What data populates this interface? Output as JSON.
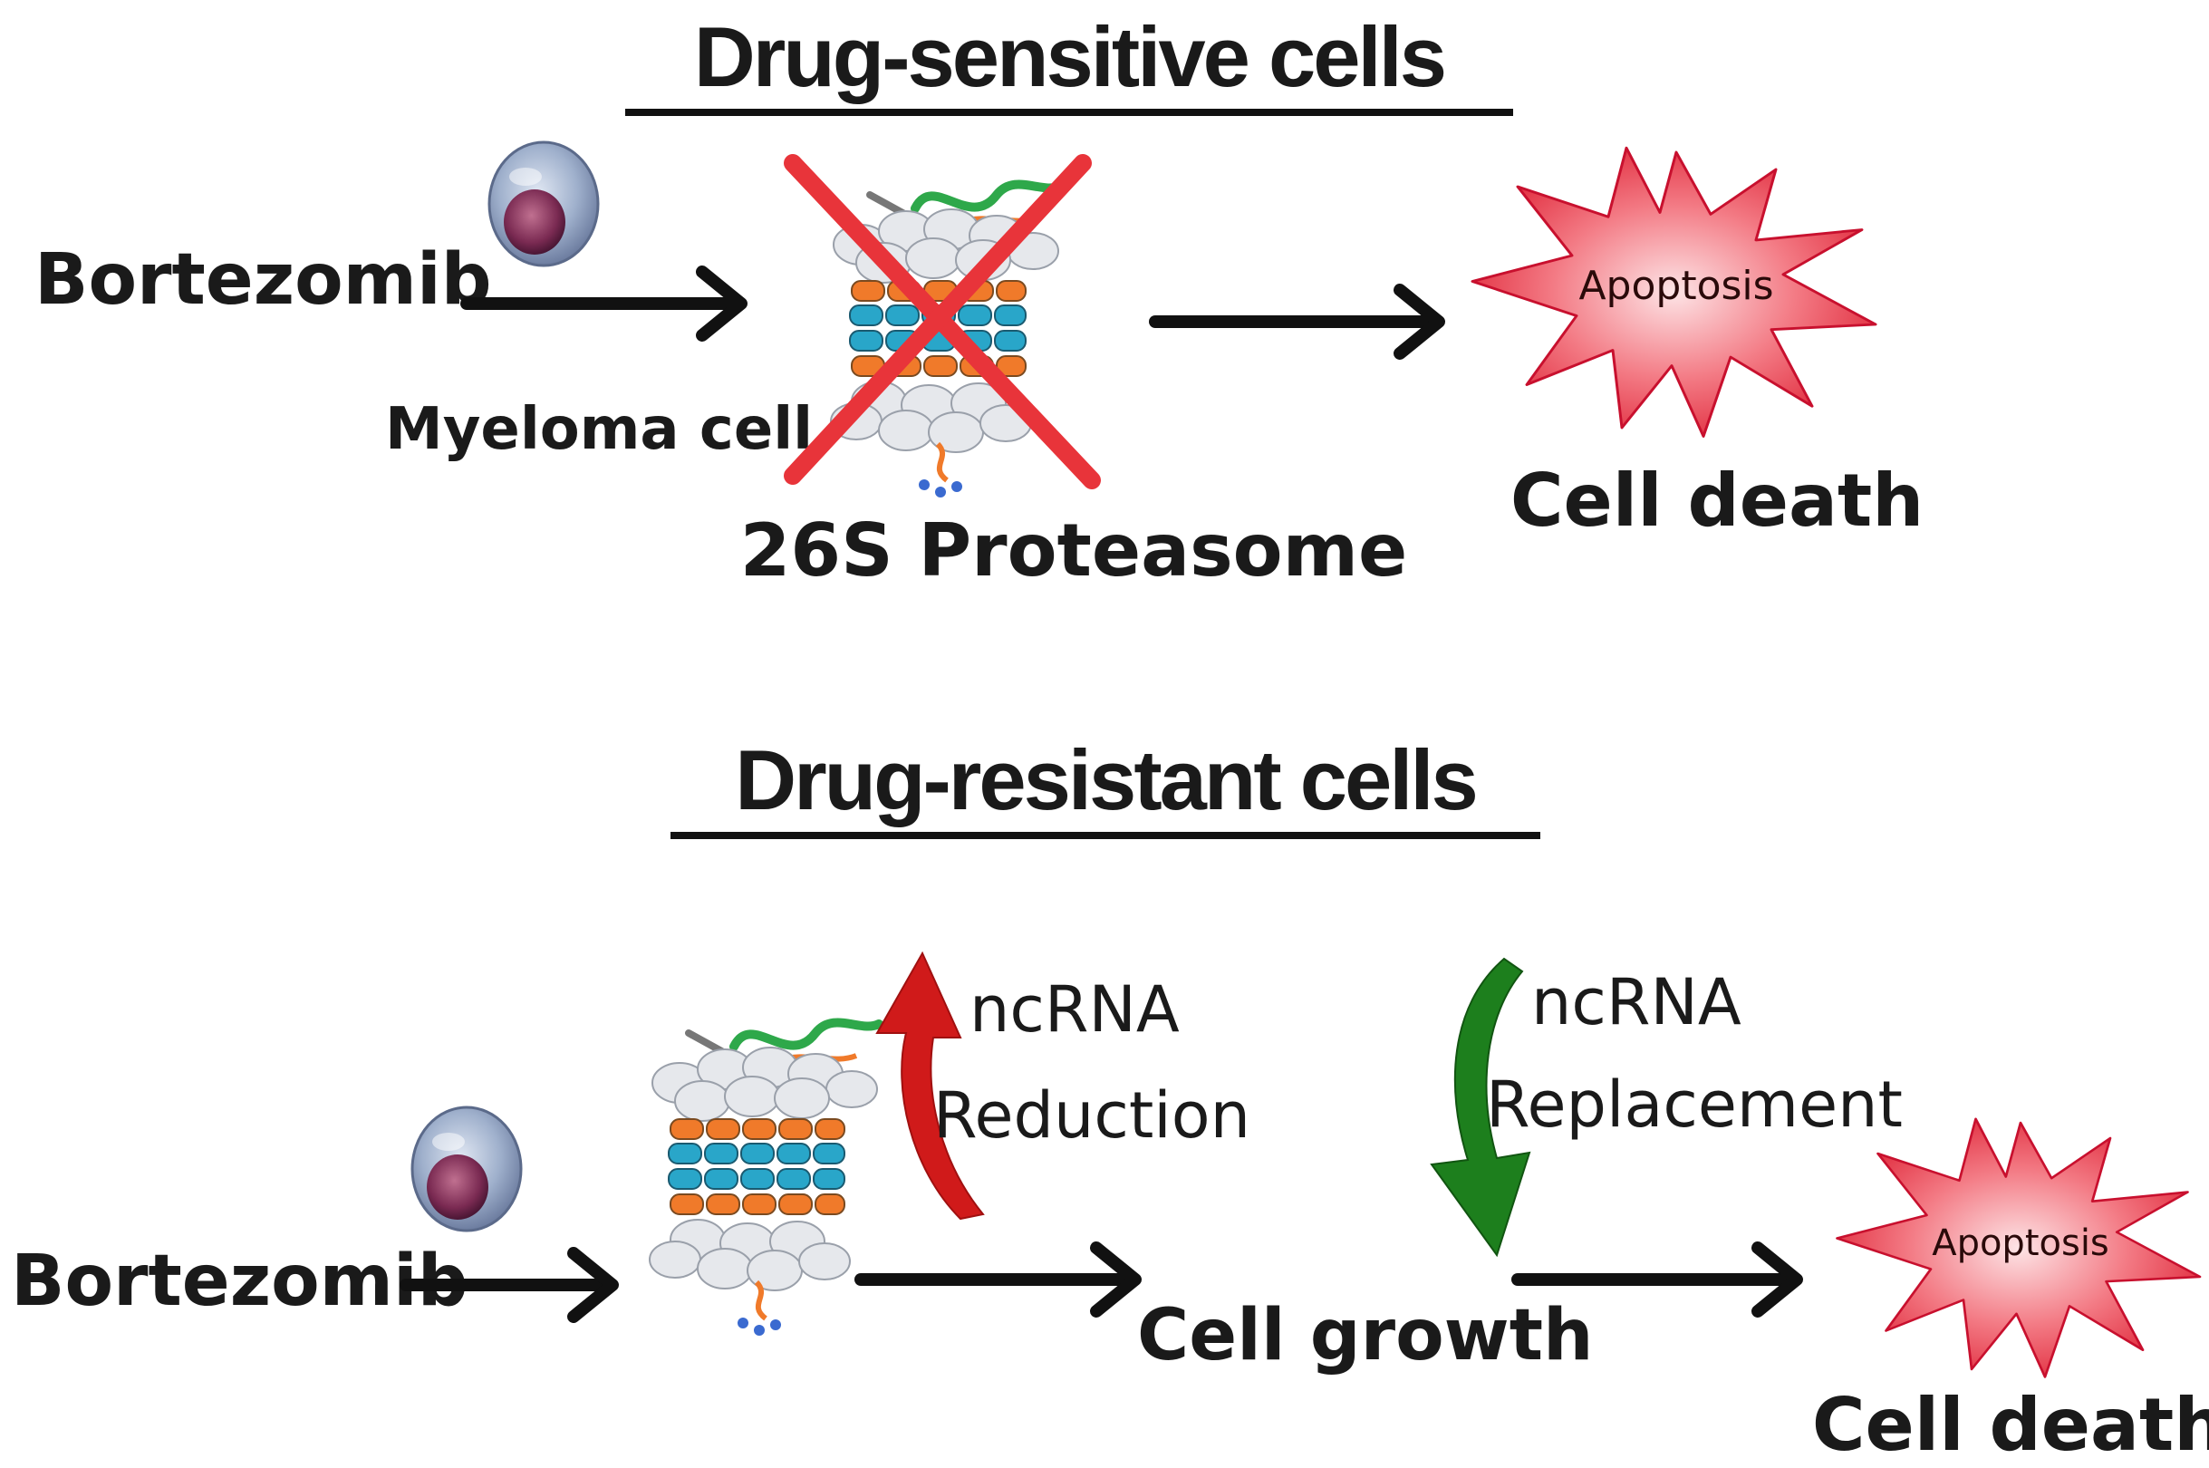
{
  "sensitive": {
    "heading": "Drug-sensitive cells",
    "drug_label": "Bortezomib",
    "cell_label": "Myeloma cell",
    "proteasome_label": "26S Proteasome",
    "apoptosis_label": "Apoptosis",
    "outcome_label": "Cell death"
  },
  "resistant": {
    "heading": "Drug-resistant cells",
    "drug_label": "Bortezomib",
    "ncrna_reduction_line1": "ncRNA",
    "ncrna_reduction_line2": "Reduction",
    "ncrna_replacement_line1": "ncRNA",
    "ncrna_replacement_line2": "Replacement",
    "growth_label": "Cell growth",
    "apoptosis_label": "Apoptosis",
    "outcome_label": "Cell death"
  },
  "colors": {
    "arrow": "#111111",
    "inhibition_cross": "#e8343a",
    "reduction_arrow": "#d01a1a",
    "replacement_arrow": "#1d7f1d",
    "burst_fill": "#f04a58",
    "burst_edge": "#c8102e",
    "proteasome_blue": "#29a6c9",
    "proteasome_orange": "#f07a2a",
    "proteasome_gray": "#e6e8ec"
  },
  "icons": {
    "cell": "myeloma-cell-icon",
    "proteasome": "proteasome-icon",
    "burst": "apoptosis-burst-icon",
    "cross": "inhibition-cross-icon"
  }
}
